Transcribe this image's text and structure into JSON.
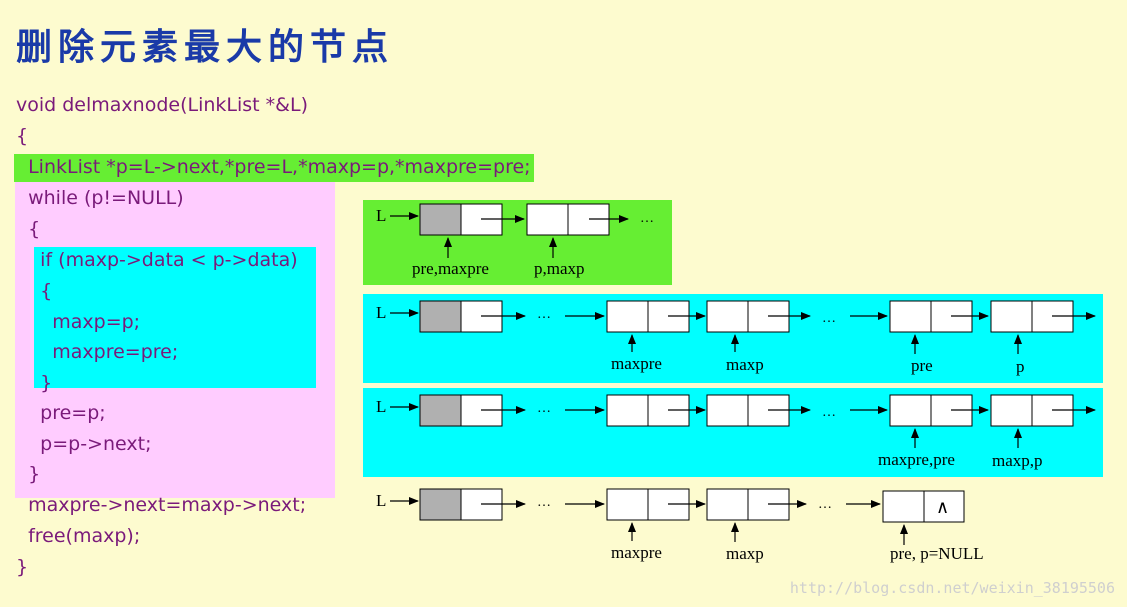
{
  "title": "删除元素最大的节点",
  "code": [
    "void delmaxnode(LinkList *&L)",
    "{",
    "  LinkList *p=L->next,*pre=L,*maxp=p,*maxpre=pre;",
    "  while (p!=NULL)",
    "  {",
    "    if (maxp->data < p->data)",
    "    {",
    "      maxp=p;",
    "      maxpre=pre;",
    "    }",
    "    pre=p;",
    "    p=p->next;",
    "  }",
    "  maxpre->next=maxp->next;",
    "  free(maxp);",
    "}"
  ],
  "diagrams": {
    "head_label": "L",
    "ellipsis": "…",
    "null_symbol": "∧",
    "d1": {
      "labels": [
        "pre,maxpre",
        "p,maxp"
      ]
    },
    "d2": {
      "labels": [
        "maxpre",
        "maxp",
        "pre",
        "p"
      ]
    },
    "d3": {
      "labels": [
        "maxpre,pre",
        "maxp,p"
      ]
    },
    "d4": {
      "labels": [
        "maxpre",
        "maxp",
        "pre, p=NULL"
      ]
    }
  },
  "colors": {
    "title": "#1a3aa8",
    "code": "#7a1a7a",
    "background": "#fdfbcf",
    "green": "#66ee33",
    "pink": "#ffccff",
    "cyan": "#00ffff",
    "head_fill": "#b0b0b0"
  },
  "watermark": "http://blog.csdn.net/weixin_38195506"
}
